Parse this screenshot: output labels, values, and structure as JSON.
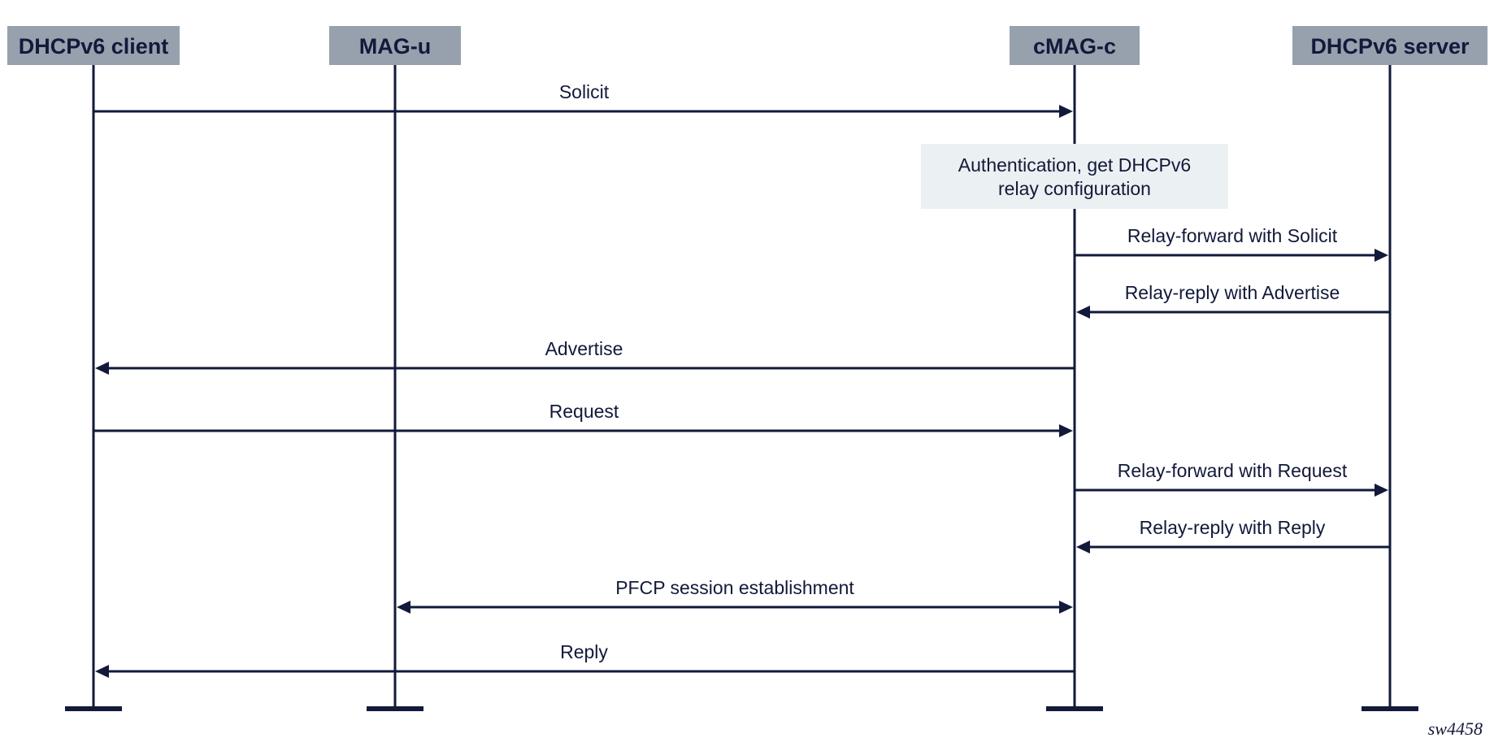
{
  "participants": [
    {
      "id": "client",
      "label": "DHCPv6 client"
    },
    {
      "id": "magu",
      "label": "MAG-u"
    },
    {
      "id": "cmagc",
      "label": "cMAG-c"
    },
    {
      "id": "server",
      "label": "DHCPv6 server"
    }
  ],
  "messages": [
    {
      "from": "client",
      "to": "cmagc",
      "label": "Solicit",
      "bidirectional": false
    },
    {
      "from": "cmagc",
      "to": "server",
      "label": "Relay-forward with Solicit",
      "bidirectional": false
    },
    {
      "from": "server",
      "to": "cmagc",
      "label": "Relay-reply with Advertise",
      "bidirectional": false
    },
    {
      "from": "cmagc",
      "to": "client",
      "label": "Advertise",
      "bidirectional": false
    },
    {
      "from": "client",
      "to": "cmagc",
      "label": "Request",
      "bidirectional": false
    },
    {
      "from": "cmagc",
      "to": "server",
      "label": "Relay-forward with Request",
      "bidirectional": false
    },
    {
      "from": "server",
      "to": "cmagc",
      "label": "Relay-reply with Reply",
      "bidirectional": false
    },
    {
      "from": "magu",
      "to": "cmagc",
      "label": "PFCP session establishment",
      "bidirectional": true
    },
    {
      "from": "cmagc",
      "to": "client",
      "label": "Reply",
      "bidirectional": false
    }
  ],
  "note": {
    "on": "cmagc",
    "lines": [
      "Authentication, get DHCPv6",
      "relay configuration"
    ]
  },
  "figure_id": "sw4458",
  "colors": {
    "header_fill": "#97a1ad",
    "line": "#12193a",
    "note_fill": "#ebf0f2"
  }
}
